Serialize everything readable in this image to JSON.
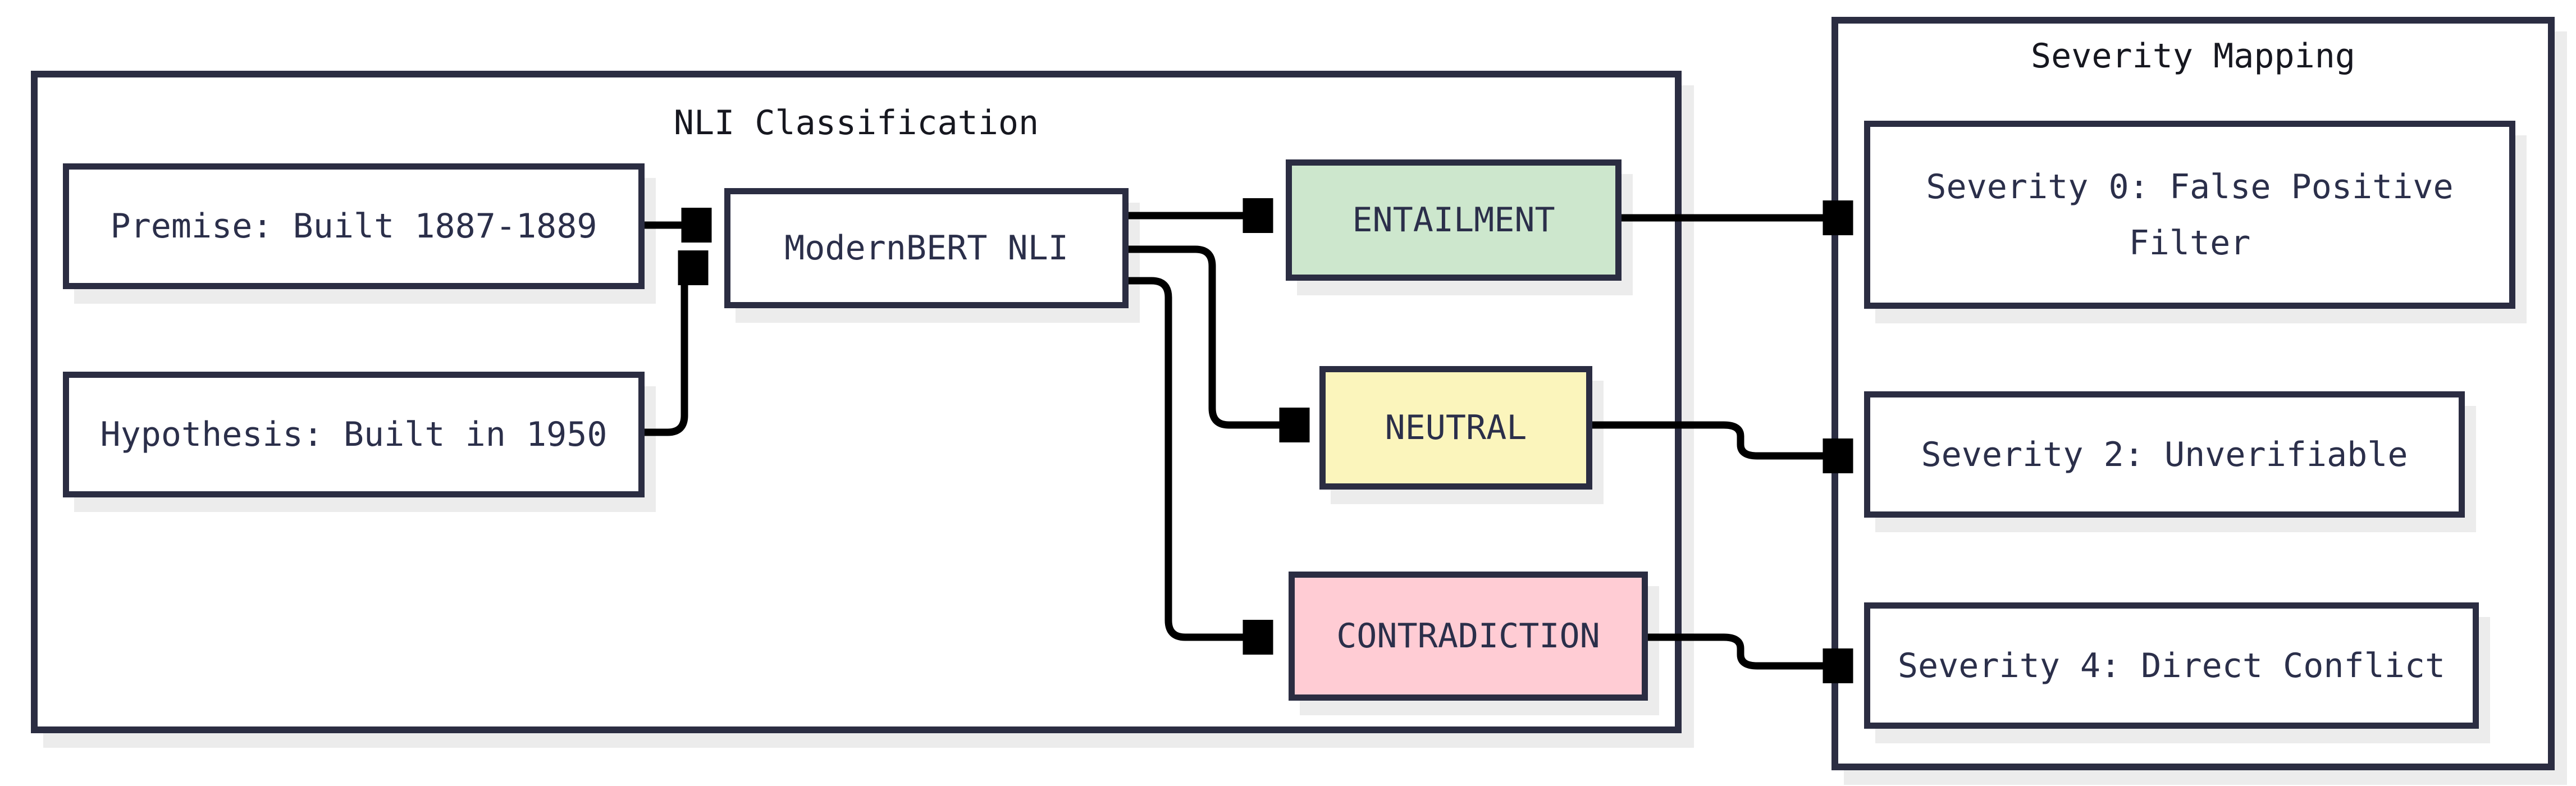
{
  "diagram": {
    "colors": {
      "background": "#ffffff",
      "border_dark": "#2b2d42",
      "arrow": "#000000",
      "shadow": "#ececec",
      "node_fill_default": "#ffffff",
      "entailment_fill": "#cde7cd",
      "neutral_fill": "#fbf5bc",
      "contradiction_fill": "#ffccd4",
      "label_color": "#2b2f4a",
      "title_color": "#16171f"
    },
    "containers": {
      "nli": {
        "title": "NLI Classification"
      },
      "severity": {
        "title": "Severity Mapping"
      }
    },
    "nodes": {
      "premise": {
        "label": "Premise: Built 1887-1889"
      },
      "hypothesis": {
        "label": "Hypothesis: Built in 1950"
      },
      "modernbert": {
        "label": "ModernBERT NLI"
      },
      "entailment": {
        "label": "ENTAILMENT"
      },
      "neutral": {
        "label": "NEUTRAL"
      },
      "contradiction": {
        "label": "CONTRADICTION"
      },
      "severity0": {
        "label": "Severity 0: False Positive Filter"
      },
      "severity2": {
        "label": "Severity 2: Unverifiable"
      },
      "severity4": {
        "label": "Severity 4: Direct Conflict"
      }
    },
    "edges": [
      {
        "from": "premise",
        "to": "modernbert"
      },
      {
        "from": "hypothesis",
        "to": "modernbert"
      },
      {
        "from": "modernbert",
        "to": "entailment"
      },
      {
        "from": "modernbert",
        "to": "neutral"
      },
      {
        "from": "modernbert",
        "to": "contradiction"
      },
      {
        "from": "entailment",
        "to": "severity0"
      },
      {
        "from": "neutral",
        "to": "severity2"
      },
      {
        "from": "contradiction",
        "to": "severity4"
      }
    ]
  }
}
